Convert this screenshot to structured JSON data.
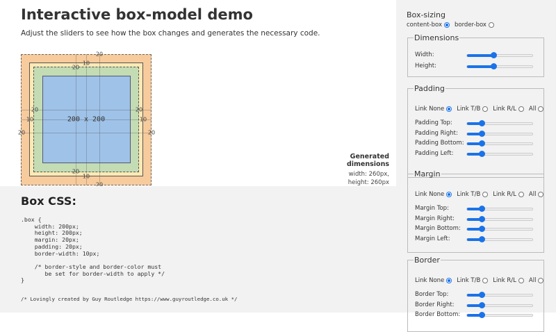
{
  "title": "Interactive box-model demo",
  "subtitle": "Adjust the sliders to see how the box changes and generates the necessary code.",
  "demo": {
    "margin": {
      "top": "20",
      "right": "20",
      "bottom": "20",
      "left": "20"
    },
    "border": {
      "top": "10",
      "right": "10",
      "bottom": "10",
      "left": "10"
    },
    "padding": {
      "top": "20",
      "right": "20",
      "bottom": "20",
      "left": "20"
    },
    "size_label": "200 x 200",
    "colors": {
      "margin": "#f8cb9c",
      "border": "#fde9b5",
      "padding": "#c3dcb4",
      "content": "#9fc2e8"
    }
  },
  "generated": {
    "title": "Generated dimensions",
    "width": "width: 260px,",
    "height": "height: 260px"
  },
  "css": {
    "title": "Box CSS:",
    "code": ".box {\n    width: 200px;\n    height: 200px;\n    margin: 20px;\n    padding: 20px;\n    border-width: 10px;\n\n    /* border-style and border-color must\n       be set for border-width to apply */\n}",
    "credit_prefix": "/* Lovingly created by Guy Routledge ",
    "credit_link": "https://www.guyroutledge.co.uk",
    "credit_suffix": " */"
  },
  "panel": {
    "box_sizing": {
      "title": "Box-sizing",
      "options": [
        "content-box",
        "border-box"
      ],
      "selected": "content-box"
    },
    "link_options": [
      "Link None",
      "Link T/B",
      "Link R/L",
      "All"
    ],
    "accent": "#1a73e8",
    "dimensions": {
      "legend": "Dimensions",
      "sliders": [
        {
          "label": "Width:",
          "value": 0.4
        },
        {
          "label": "Height:",
          "value": 0.4
        }
      ]
    },
    "padding": {
      "legend": "Padding",
      "selected": "Link None",
      "sliders": [
        {
          "label": "Padding Top:",
          "value": 0.22
        },
        {
          "label": "Padding Right:",
          "value": 0.22
        },
        {
          "label": "Padding Bottom:",
          "value": 0.22
        },
        {
          "label": "Padding Left:",
          "value": 0.22
        }
      ]
    },
    "margin": {
      "legend": "Margin",
      "selected": "Link None",
      "sliders": [
        {
          "label": "Margin Top:",
          "value": 0.22
        },
        {
          "label": "Margin Right:",
          "value": 0.22
        },
        {
          "label": "Margin Bottom:",
          "value": 0.22
        },
        {
          "label": "Margin Left:",
          "value": 0.22
        }
      ]
    },
    "border": {
      "legend": "Border",
      "selected": "Link None",
      "sliders": [
        {
          "label": "Border Top:",
          "value": 0.22
        },
        {
          "label": "Border Right:",
          "value": 0.22
        },
        {
          "label": "Border Bottom:",
          "value": 0.22
        }
      ]
    }
  }
}
